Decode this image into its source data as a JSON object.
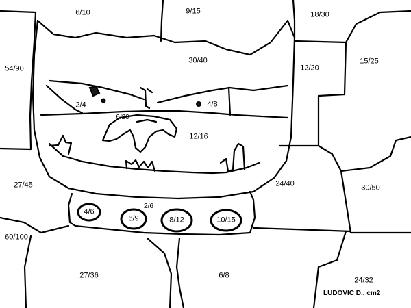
{
  "labels": {
    "top_left": "6/10",
    "top_mid": "9/15",
    "top_right": "18/30",
    "left_upper": "54/90",
    "forehead": "30/40",
    "right_upper": "12/20",
    "far_right_upper": "15/25",
    "left_eye": "2/4",
    "right_eye": "4/8",
    "nose": "6/20",
    "mouth": "12/16",
    "left_mid": "27/45",
    "right_mid": "24/40",
    "far_right_mid": "30/50",
    "collar_top": "2/6",
    "collar_1": "4/6",
    "collar_2": "6/9",
    "collar_3": "8/12",
    "collar_4": "10/15",
    "left_lower": "60/100",
    "bottom_left": "27/36",
    "bottom_mid": "6/8",
    "bottom_right": "24/32"
  },
  "signature": "LUDOVIC D., cm2"
}
